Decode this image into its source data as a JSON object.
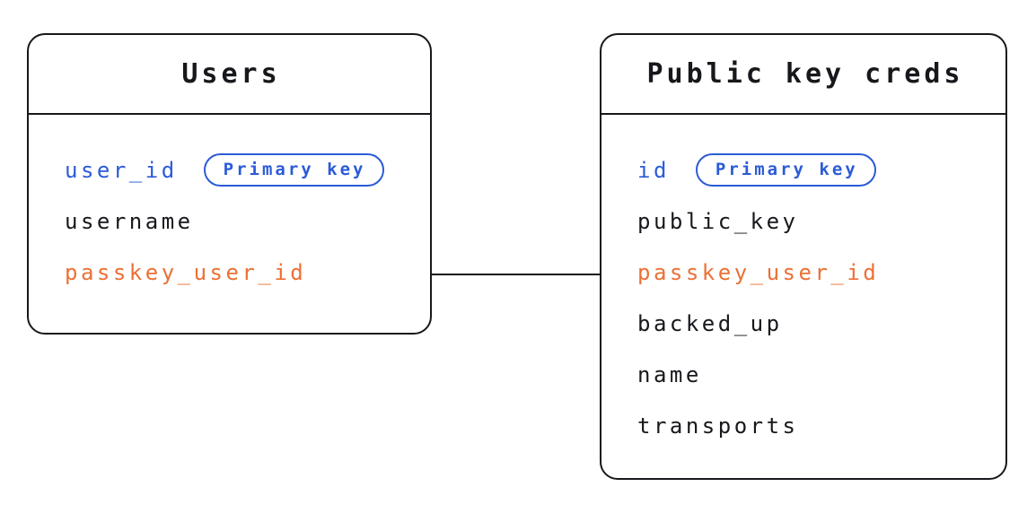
{
  "tables": [
    {
      "title": "Users",
      "fields": [
        {
          "name": "user_id",
          "role": "primary-key",
          "badge": "Primary key"
        },
        {
          "name": "username",
          "role": "regular"
        },
        {
          "name": "passkey_user_id",
          "role": "linked"
        }
      ]
    },
    {
      "title": "Public key creds",
      "fields": [
        {
          "name": "id",
          "role": "primary-key",
          "badge": "Primary key"
        },
        {
          "name": "public_key",
          "role": "regular"
        },
        {
          "name": "passkey_user_id",
          "role": "linked"
        },
        {
          "name": "backed_up",
          "role": "regular"
        },
        {
          "name": "name",
          "role": "regular"
        },
        {
          "name": "transports",
          "role": "regular"
        }
      ]
    }
  ],
  "relationship": {
    "connects": [
      "Users.passkey_user_id",
      "Public key creds.passkey_user_id"
    ]
  },
  "colors": {
    "primary_key_blue": "#2b5bd7",
    "linked_field_orange": "#ec7034",
    "text_black": "#16181c",
    "border_black": "#16181c",
    "background": "#ffffff"
  }
}
